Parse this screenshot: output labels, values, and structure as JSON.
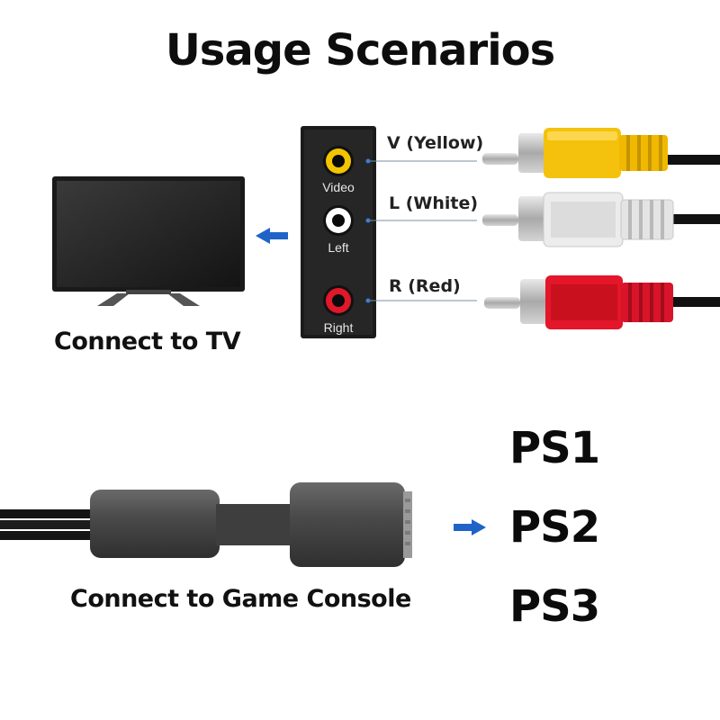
{
  "title": "Usage Scenarios",
  "tv_section": {
    "caption": "Connect to TV",
    "jacks": [
      {
        "label": "Video",
        "color": "#f3c400"
      },
      {
        "label": "Left",
        "color": "#ffffff"
      },
      {
        "label": "Right",
        "color": "#e0182a"
      }
    ],
    "plugs": [
      {
        "label": "V (Yellow)",
        "color": "#f4c20d"
      },
      {
        "label": "L (White)",
        "color": "#ececec"
      },
      {
        "label": "R (Red)",
        "color": "#e3162a"
      }
    ],
    "arrow_color": "#1f63c9"
  },
  "console_section": {
    "caption": "Connect to Game Console",
    "consoles": [
      "PS1",
      "PS2",
      "PS3"
    ]
  }
}
